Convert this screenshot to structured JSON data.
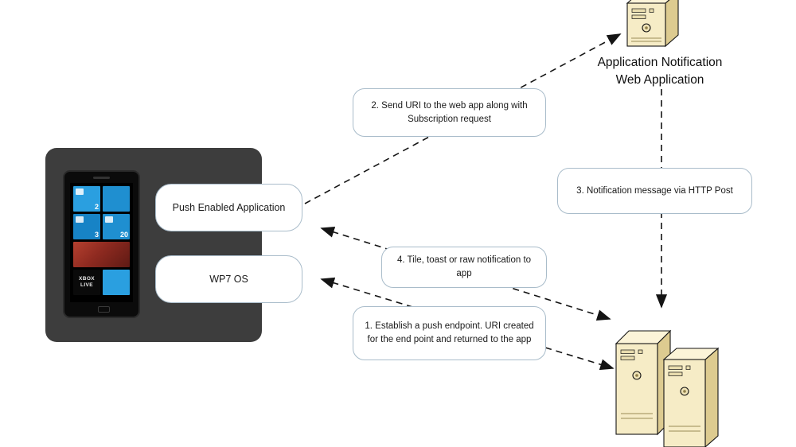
{
  "colors": {
    "box_border": "#a9bcca",
    "panel_dark": "#3d3d3d",
    "server_front": "#f6ecc6",
    "server_top": "#fcf4d8",
    "server_side": "#ddcb90",
    "tile_blue": "#1f8fd0",
    "arrow_line": "#141414"
  },
  "nodes": {
    "web_app_label_line1": "Application Notification",
    "web_app_label_line2": "Web Application",
    "push_enabled_app": "Push Enabled Application",
    "wp7_os": "WP7 OS"
  },
  "steps": {
    "step1": "1. Establish a push endpoint. URI created for the end point  and returned to the app",
    "step2": "2. Send URI to the web app along with Subscription request",
    "step3": "3. Notification message via HTTP Post",
    "step4": "4. Tile, toast or raw notification to app"
  },
  "phone": {
    "badge_people": "2",
    "badge_messages": "3",
    "badge_email": "20",
    "xbox_tile": "XBOX LIVE"
  }
}
